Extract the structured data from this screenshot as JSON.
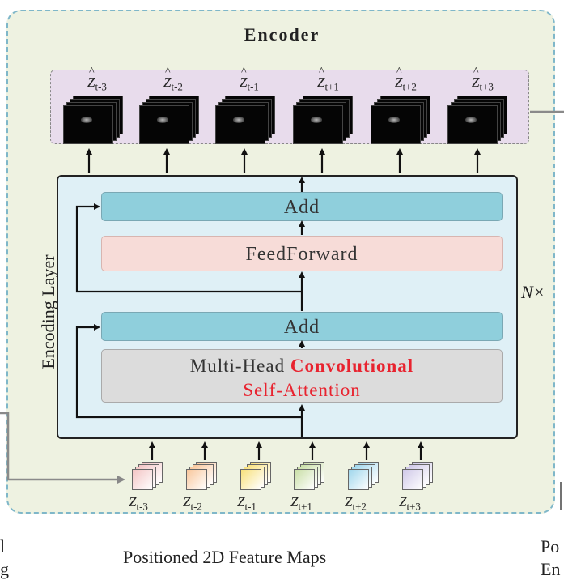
{
  "diagram": {
    "title": "Encoder",
    "encoding_layer_label": "Encoding Layer",
    "repeat_label": "N×",
    "blocks": {
      "add_top": "Add",
      "feedforward": "FeedForward",
      "add_bottom": "Add",
      "mhsa_part1": "Multi-Head ",
      "mhsa_part2": "Convolutional",
      "mhsa_part3": "Self-Attention"
    },
    "output_maps": [
      {
        "base": "Z",
        "sub": "t-3"
      },
      {
        "base": "Z",
        "sub": "t-2"
      },
      {
        "base": "Z",
        "sub": "t-1"
      },
      {
        "base": "Z",
        "sub": "t+1"
      },
      {
        "base": "Z",
        "sub": "t+2"
      },
      {
        "base": "Z",
        "sub": "t+3"
      }
    ],
    "input_maps": [
      {
        "base": "Z",
        "sub": "t-3",
        "color": "#f3c4c4"
      },
      {
        "base": "Z",
        "sub": "t-2",
        "color": "#f9c79c"
      },
      {
        "base": "Z",
        "sub": "t-1",
        "color": "#f8e07a"
      },
      {
        "base": "Z",
        "sub": "t+1",
        "color": "#c8dea5"
      },
      {
        "base": "Z",
        "sub": "t+2",
        "color": "#9fd6ec"
      },
      {
        "base": "Z",
        "sub": "t+3",
        "color": "#cfc8e8"
      }
    ],
    "caption_center": "Positioned 2D Feature Maps",
    "caption_left_partial": [
      "l",
      "g"
    ],
    "caption_right_partial": [
      "Po",
      "En"
    ]
  }
}
